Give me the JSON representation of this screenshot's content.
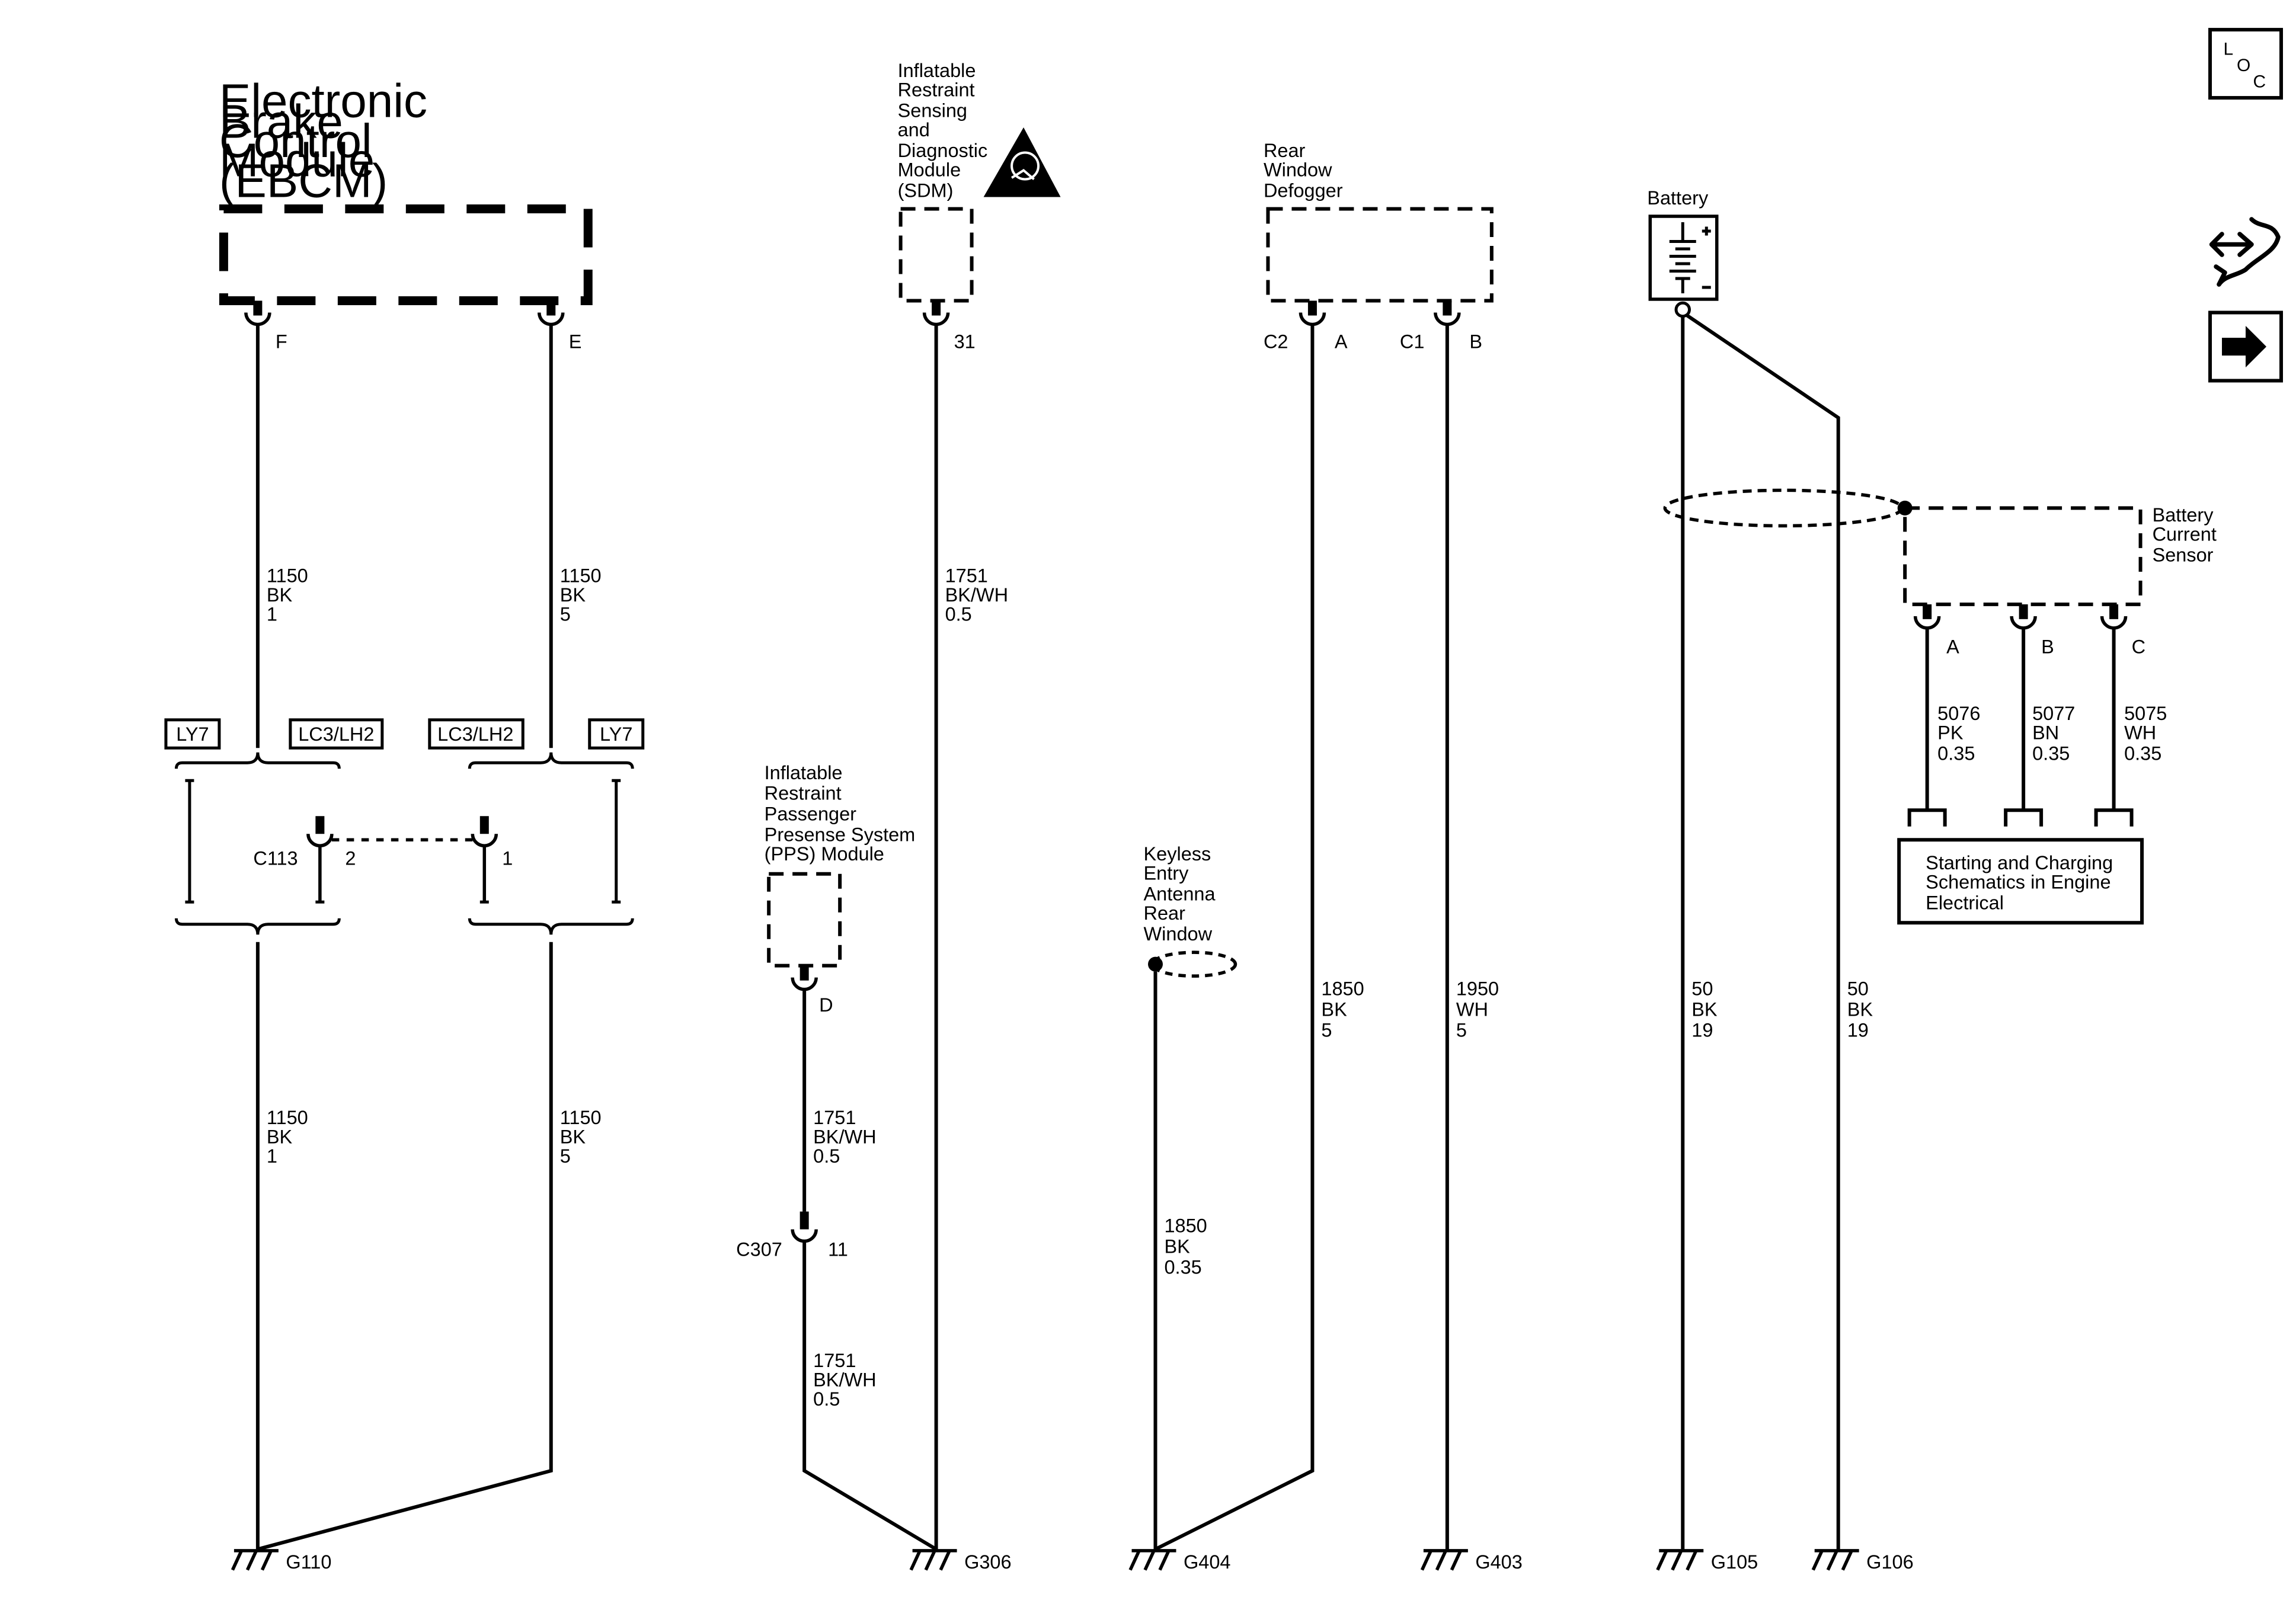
{
  "components": {
    "ebcm": {
      "lines": [
        "Electronic",
        "Brake",
        "Control",
        "Module",
        "(EBCM)"
      ]
    },
    "sdm": {
      "lines": [
        "Inflatable",
        "Restraint",
        "Sensing",
        "and",
        "Diagnostic",
        "Module",
        "(SDM)"
      ]
    },
    "pps": {
      "lines": [
        "Inflatable",
        "Restraint",
        "Passenger",
        "Presense System",
        "(PPS) Module"
      ]
    },
    "keyless": {
      "lines": [
        "Keyless",
        "Entry",
        "Antenna",
        "Rear",
        "Window"
      ]
    },
    "defogger": {
      "lines": [
        "Rear",
        "Window",
        "Defogger"
      ]
    },
    "battery": {
      "label": "Battery"
    },
    "current_sensor": {
      "lines": [
        "Battery",
        "Current",
        "Sensor"
      ]
    },
    "schematic_ref": {
      "lines": [
        "Starting and Charging",
        "Schematics in Engine",
        "Electrical"
      ]
    }
  },
  "pins": {
    "ebcm_f": "F",
    "ebcm_e": "E",
    "sdm_31": "31",
    "pps_d": "D",
    "defog_c2": "C2",
    "defog_a": "A",
    "defog_c1": "C1",
    "defog_b": "B",
    "sensor_a": "A",
    "sensor_b": "B",
    "sensor_c": "C"
  },
  "wires": {
    "ebcm_f_upper": [
      "1150",
      "BK",
      "1"
    ],
    "ebcm_e_upper": [
      "1150",
      "BK",
      "5"
    ],
    "ebcm_f_lower": [
      "1150",
      "BK",
      "1"
    ],
    "ebcm_e_lower": [
      "1150",
      "BK",
      "5"
    ],
    "sdm": [
      "1751",
      "BK/WH",
      "0.5"
    ],
    "pps_upper": [
      "1751",
      "BK/WH",
      "0.5"
    ],
    "pps_lower": [
      "1751",
      "BK/WH",
      "0.5"
    ],
    "keyless": [
      "1850",
      "BK",
      "0.35"
    ],
    "defog_a": [
      "1850",
      "BK",
      "5"
    ],
    "defog_b": [
      "1950",
      "WH",
      "5"
    ],
    "batt_1": [
      "50",
      "BK",
      "19"
    ],
    "batt_2": [
      "50",
      "BK",
      "19"
    ],
    "sensor_a": [
      "5076",
      "PK",
      "0.35"
    ],
    "sensor_b": [
      "5077",
      "BN",
      "0.35"
    ],
    "sensor_c": [
      "5075",
      "WH",
      "0.35"
    ]
  },
  "options": {
    "ly7_left": "LY7",
    "lc3_left": "LC3/LH2",
    "lc3_right": "LC3/LH2",
    "ly7_right": "LY7"
  },
  "connectors": {
    "c113": {
      "name": "C113",
      "pin_left": "2",
      "pin_right": "1"
    },
    "c307": {
      "name": "C307",
      "pin": "11"
    }
  },
  "grounds": [
    "G110",
    "G306",
    "G404",
    "G403",
    "G105",
    "G106"
  ],
  "nav": {
    "loc": {
      "l": "L",
      "o": "O",
      "c": "C"
    },
    "icons": [
      "loc-icon",
      "harness-connector-icon",
      "next-page-arrow-icon"
    ]
  }
}
